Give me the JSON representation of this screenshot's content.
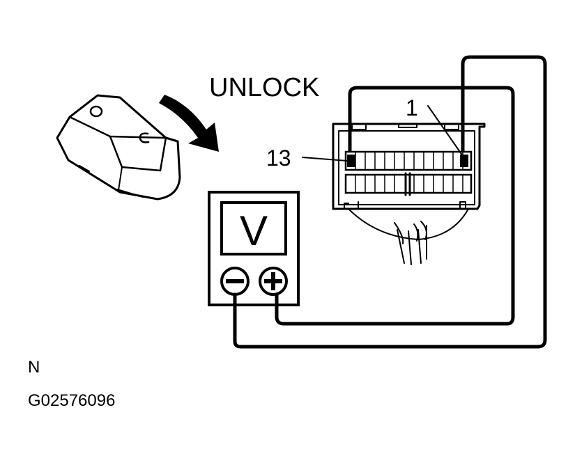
{
  "diagram": {
    "action_label": "UNLOCK",
    "pin_high": "1",
    "pin_low": "13",
    "meter_symbol": "V",
    "view_code": "N",
    "figure_id": "G02576096"
  },
  "colors": {
    "ink": "#000000",
    "background": "#ffffff"
  },
  "icons": [
    "key-fob",
    "unlock-arrow",
    "voltmeter",
    "negative-terminal",
    "positive-terminal",
    "connector"
  ]
}
